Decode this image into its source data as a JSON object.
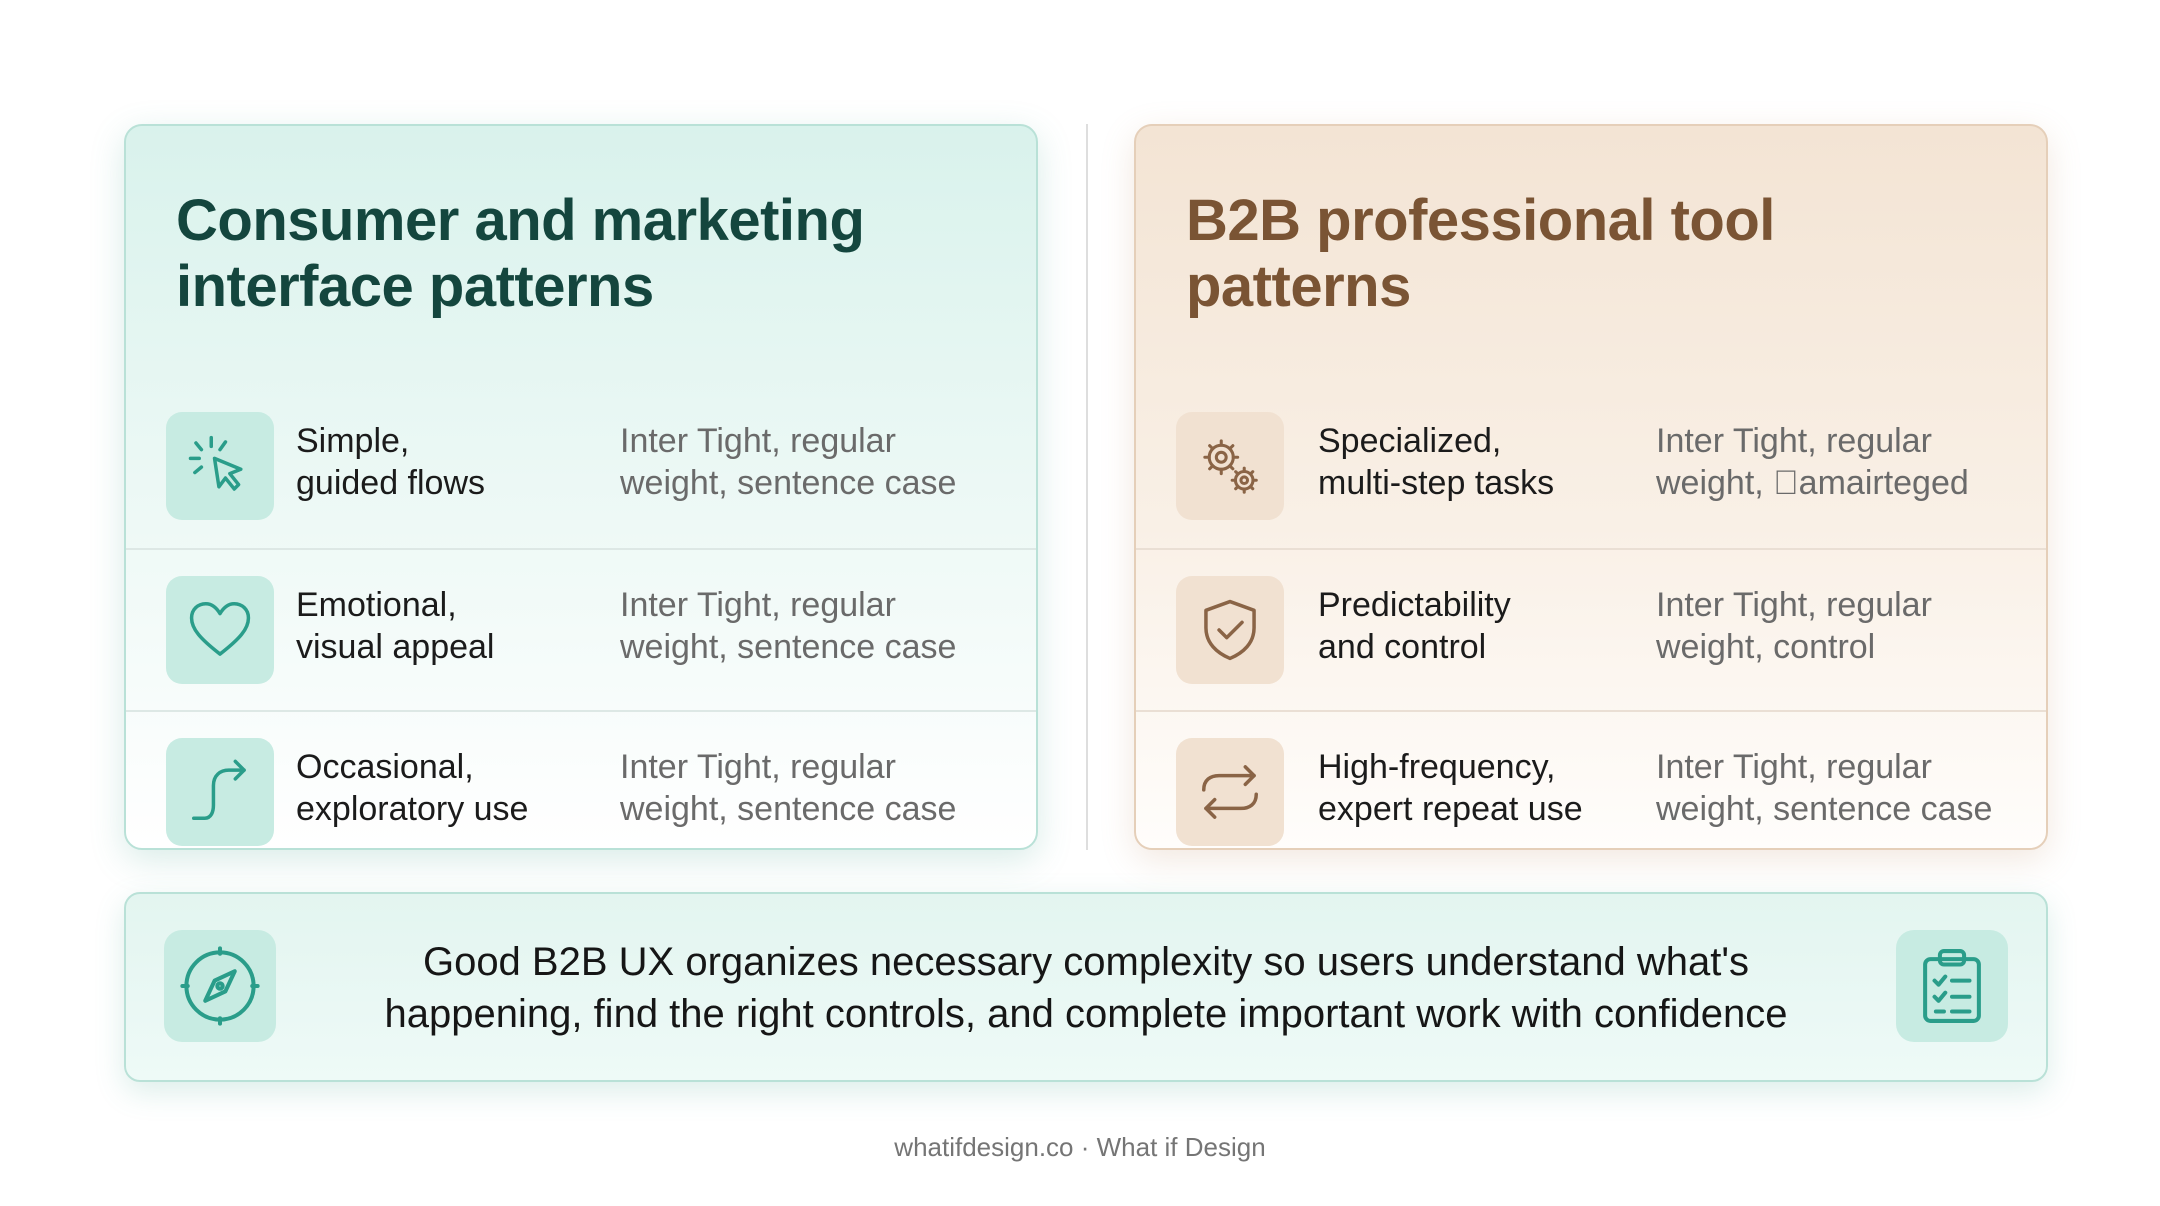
{
  "left_panel": {
    "title": "Consumer and marketing\ninterface patterns",
    "rows": [
      {
        "icon": "cursor-click-icon",
        "label": "Simple,\nguided flows",
        "description": "Inter Tight, regular\nweight, sentence case"
      },
      {
        "icon": "heart-icon",
        "label": "Emotional,\nvisual appeal",
        "description": "Inter Tight, regular\nweight, sentence case"
      },
      {
        "icon": "curved-arrow-icon",
        "label": "Occasional,\nexploratory use",
        "description": "Inter Tight, regular\nweight, sentence case"
      }
    ]
  },
  "right_panel": {
    "title": "B2B professional tool\npatterns",
    "rows": [
      {
        "icon": "gears-icon",
        "label": "Specialized,\nmulti-step tasks",
        "description": "Inter Tight, regular\nweight, \u0000amairteged"
      },
      {
        "icon": "shield-check-icon",
        "label": "Predictability\nand control",
        "description": "Inter Tight, regular\nweight, control"
      },
      {
        "icon": "repeat-arrows-icon",
        "label": "High-frequency,\nexpert repeat use",
        "description": "Inter Tight, regular\nweight, sentence case"
      }
    ]
  },
  "banner": {
    "left_icon": "compass-icon",
    "right_icon": "clipboard-checklist-icon",
    "text": "Good B2B UX organizes necessary complexity so users understand what's\nhappening, find the right controls, and complete important work with confidence"
  },
  "footer": "whatifdesign.co · What if Design",
  "colors": {
    "teal_accent": "#2a9d8a",
    "brown_accent": "#8a6446",
    "teal_title": "#14463e",
    "brown_title": "#7a5434"
  }
}
